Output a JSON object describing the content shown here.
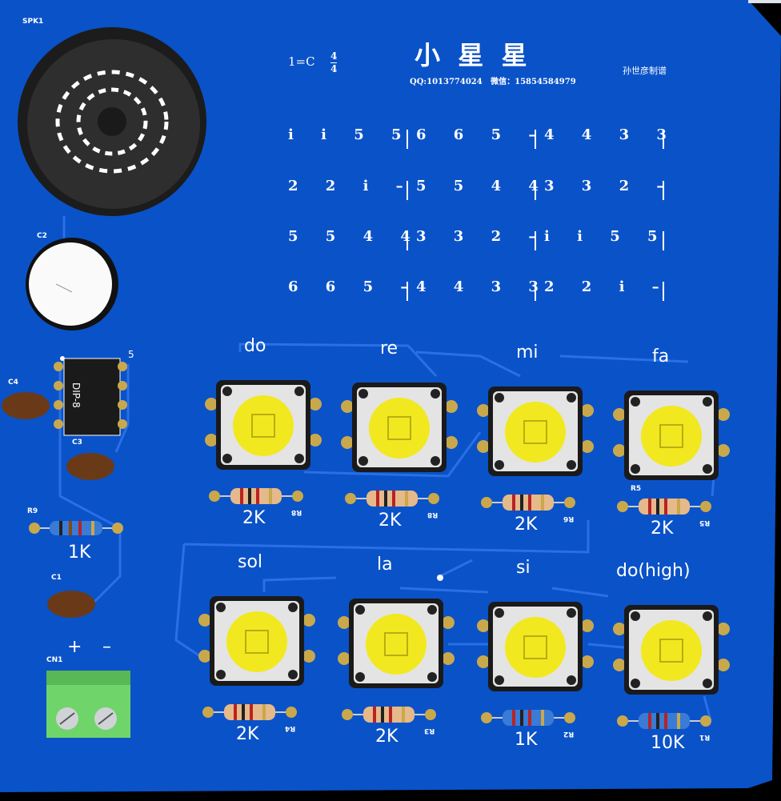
{
  "board": {
    "colors": {
      "pcb": "#0a52c8",
      "silk": "#ffffff",
      "pad": "#c9a84c",
      "button_cap": "#f2e820",
      "trace": "#2a6fe6"
    }
  },
  "header": {
    "key_sig": "1=C",
    "time_sig_top": "4",
    "time_sig_bottom": "4",
    "title": "小  星  星",
    "contact": "QQ:1013774024   微信：15854584979",
    "author": "孙世彦制谱"
  },
  "score": {
    "rows": [
      [
        "i i 5 5",
        "6 6 5 –",
        "4 4 3 3"
      ],
      [
        "2 2 i –",
        "5 5 4 4",
        "3 3 2 –"
      ],
      [
        "5 5 4 4",
        "3 3 2 –",
        "i i 5 5"
      ],
      [
        "6 6 5 –",
        "4 4 3 3",
        "2 2 i –"
      ]
    ]
  },
  "components": {
    "speaker_ref": "SPK1",
    "c2_ref": "C2",
    "c4_ref": "C4",
    "c3_ref": "C3",
    "c1_ref": "C1",
    "ic_label": "DIP-8",
    "ic_pin": "5",
    "r9_ref": "R9",
    "r9_value": "1K",
    "cn1_ref": "CN1",
    "plus": "+",
    "minus": "–",
    "r5_ref": "R5"
  },
  "keys": [
    {
      "name": "do",
      "value": "2K",
      "ref": "R8"
    },
    {
      "name": "re",
      "value": "2K",
      "ref": "R8"
    },
    {
      "name": "mi",
      "value": "2K",
      "ref": "R6"
    },
    {
      "name": "fa",
      "value": "2K",
      "ref": "R5"
    },
    {
      "name": "sol",
      "value": "2K",
      "ref": "R4"
    },
    {
      "name": "la",
      "value": "2K",
      "ref": "R3"
    },
    {
      "name": "si",
      "value": "1K",
      "ref": "R2"
    },
    {
      "name": "do(high)",
      "value": "10K",
      "ref": "R1"
    }
  ]
}
